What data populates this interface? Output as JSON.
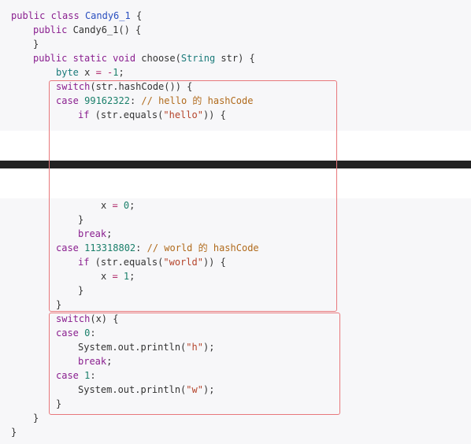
{
  "colors": {
    "code_background": "#f7f7f9",
    "keyword": "#8a1f8f",
    "type": "#1a7a7a",
    "class_name": "#2a4fbf",
    "number": "#1a7f6a",
    "string": "#b5442b",
    "comment": "#b06a1b",
    "highlight_border": "#e8787c",
    "cut_bar": "#222222"
  },
  "code": {
    "line1": {
      "kw": "public class",
      "name": "Candy6_1",
      "rest": " {"
    },
    "line2": {
      "kw": "public",
      "rest": " Candy6_1() {"
    },
    "line3": {
      "text": "}"
    },
    "line4": {
      "kw": "public static void",
      "method": " choose(",
      "type": "String",
      "rest": " str) {"
    },
    "line5": {
      "type": "byte",
      "mid": " x ",
      "op": "=",
      "minus": " -",
      "num": "1",
      "rest": ";"
    },
    "line6": {
      "kw": "switch",
      "rest": "(str.hashCode()) {"
    },
    "line7": {
      "kw": "case",
      "num": " 99162322",
      "mid": ": ",
      "comment": "// hello 的 hashCode"
    },
    "line8": {
      "kw": "if",
      "pre": " (str.equals(",
      "str": "\"hello\"",
      "rest": ")) {"
    },
    "line9": {
      "pre": "x ",
      "op": "=",
      "num": " 0",
      "rest": ";"
    },
    "line10": {
      "text": "}"
    },
    "line11": {
      "kw": "break",
      "rest": ";"
    },
    "line12": {
      "kw": "case",
      "num": " 113318802",
      "mid": ": ",
      "comment": "// world 的 hashCode"
    },
    "line13": {
      "kw": "if",
      "pre": " (str.equals(",
      "str": "\"world\"",
      "rest": ")) {"
    },
    "line14": {
      "pre": "x ",
      "op": "=",
      "num": " 1",
      "rest": ";"
    },
    "line15": {
      "text": "}"
    },
    "line16": {
      "text": "}"
    },
    "line17": {
      "kw": "switch",
      "rest": "(x) {"
    },
    "line18": {
      "kw": "case",
      "num": " 0",
      "rest": ":"
    },
    "line19": {
      "pre": "System.out.println(",
      "str": "\"h\"",
      "rest": ");"
    },
    "line20": {
      "kw": "break",
      "rest": ";"
    },
    "line21": {
      "kw": "case",
      "num": " 1",
      "rest": ":"
    },
    "line22": {
      "pre": "System.out.println(",
      "str": "\"w\"",
      "rest": ");"
    },
    "line23": {
      "text": "}"
    },
    "line24": {
      "text": "}"
    },
    "line25": {
      "text": "}"
    }
  }
}
